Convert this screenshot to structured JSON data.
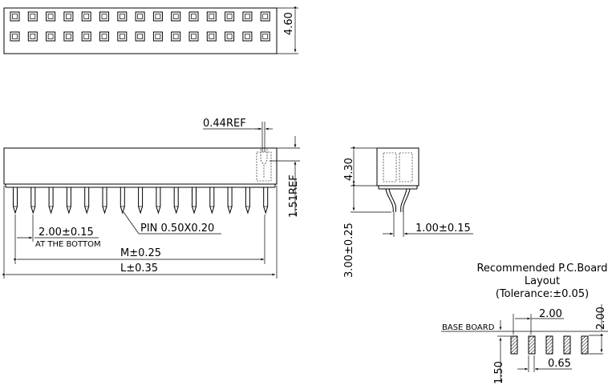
{
  "top_view": {
    "pad_columns": 15,
    "pad_rows": 2,
    "height_dim": "4.60"
  },
  "front_view": {
    "pin_count": 15,
    "ref_width": "0.44REF",
    "ref_height": "1.51REF",
    "pitch": "2.00±0.15",
    "pitch_note": "AT THE BOTTOM",
    "pin_label": "PIN  0.50X0.20",
    "m_dim": "M±0.25",
    "l_dim": "L±0.35"
  },
  "side_view": {
    "body_height": "4.30",
    "pin_length": "3.00±0.25",
    "pin_spacing": "1.00±0.15"
  },
  "pcb_layout": {
    "title_line1": "Recommended  P.C.Board",
    "title_line2": "Layout",
    "title_line3": "(Tolerance:±0.05)",
    "base_board": "BASE  BOARD",
    "pitch": "2.00",
    "row_offset": "2.00",
    "pad_width": "0.65",
    "edge_offset": "1.50",
    "pad_count": 5
  }
}
